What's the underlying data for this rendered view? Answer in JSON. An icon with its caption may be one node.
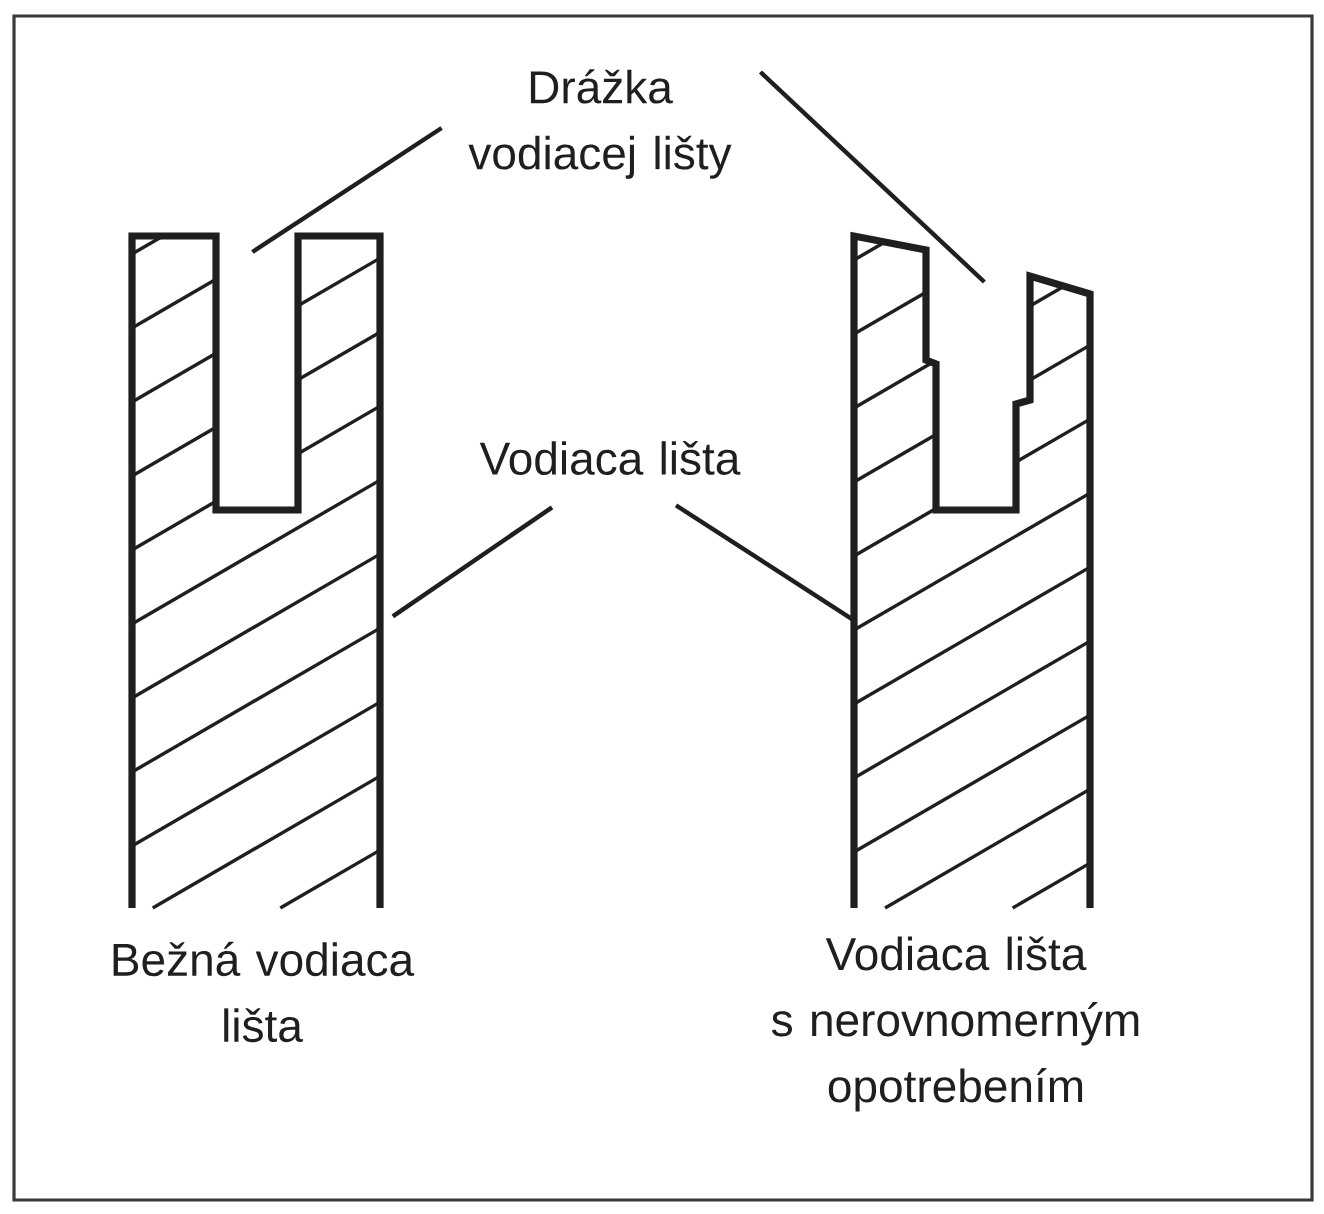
{
  "diagram": {
    "nodes": [
      {
        "text": [
          "Drážka vodiacej lišty"
        ]
      },
      {
        "text": [
          "Vodiaca lišta"
        ]
      },
      {
        "text": [],
        "shape": "picture",
        "beside": [
          "Bežná vodiaca lišta"
        ]
      },
      {
        "text": [],
        "shape": "picture",
        "beside": [
          "Vodiaca lišta s nerovnomerným opotrebením"
        ]
      }
    ],
    "edges": [
      {
        "from": 0,
        "to": 2,
        "arrow": "none"
      },
      {
        "from": 0,
        "to": 3,
        "arrow": "none"
      },
      {
        "from": 1,
        "to": 2,
        "arrow": "none"
      },
      {
        "from": 1,
        "to": 3,
        "arrow": "none"
      }
    ]
  }
}
